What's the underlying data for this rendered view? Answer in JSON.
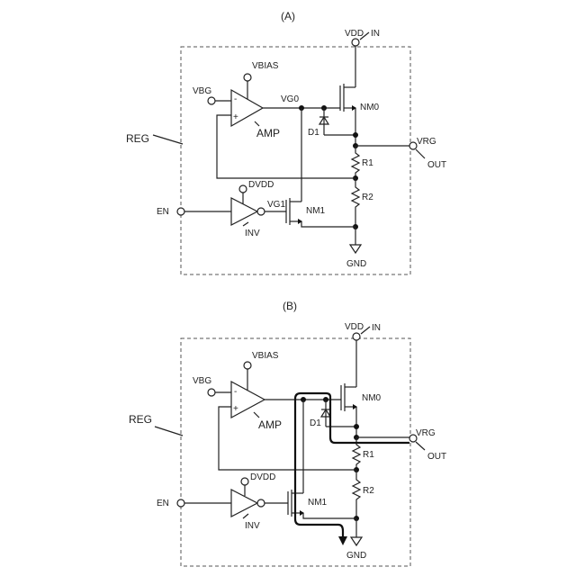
{
  "panel_a": {
    "caption": "(A)",
    "block": "REG",
    "labels": {
      "vdd": "VDD",
      "in": "IN",
      "vbias": "VBIAS",
      "vbg": "VBG",
      "vg0": "VG0",
      "nm0": "NM0",
      "d1": "D1",
      "amp": "AMP",
      "vrg": "VRG",
      "out": "OUT",
      "r1": "R1",
      "r2": "R2",
      "dvdd": "DVDD",
      "vg1": "VG1",
      "nm1": "NM1",
      "en": "EN",
      "inv": "INV",
      "gnd": "GND",
      "minus": "-",
      "plus": "+"
    }
  },
  "panel_b": {
    "caption": "(B)",
    "block": "REG",
    "labels": {
      "vdd": "VDD",
      "in": "IN",
      "vbias": "VBIAS",
      "vbg": "VBG",
      "nm0": "NM0",
      "d1": "D1",
      "amp": "AMP",
      "vrg": "VRG",
      "out": "OUT",
      "r1": "R1",
      "r2": "R2",
      "dvdd": "DVDD",
      "nm1": "NM1",
      "en": "EN",
      "inv": "INV",
      "gnd": "GND",
      "minus": "-",
      "plus": "+"
    }
  }
}
